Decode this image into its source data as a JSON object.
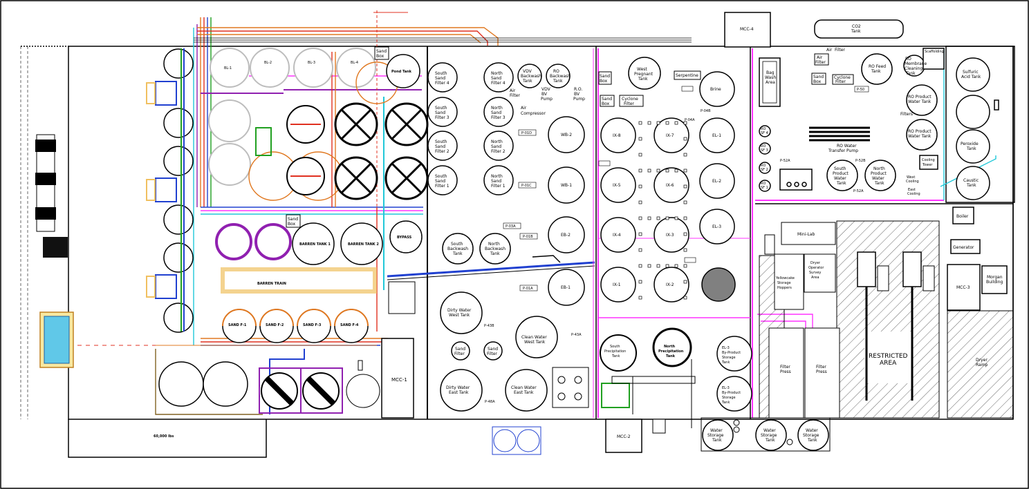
{
  "colors": {
    "wall": "#000000",
    "magenta": "#ff33ff",
    "orange": "#e07820",
    "red": "#e03020",
    "blue": "#2040d0",
    "green": "#20a020",
    "purple": "#9020b0",
    "cyan": "#20c8d8",
    "yellow": "#f0c060",
    "grey": "#bdbdbd"
  },
  "buildings": {
    "mcc4": "MCC-4",
    "co2": [
      "CO2",
      "Tank"
    ],
    "mcc1": "MCC-1",
    "mcc2": "MCC-2",
    "mcc3": "MCC-3",
    "boiler": "Boiler",
    "generator": "Generator",
    "morgan": [
      "Morgan",
      "Building"
    ],
    "mini_lab": "Mini-Lab",
    "restricted": [
      "RESTRICTED",
      "AREA"
    ],
    "dryer_ramp": [
      "Dryer",
      "Ramp"
    ],
    "yellowcake": [
      "Yellowcake",
      "Storage",
      "Hoppers"
    ],
    "dryer_operator": [
      "Dryer",
      "Operator",
      "Survey",
      "Area"
    ],
    "bag_wash": [
      "Bag",
      "Wash",
      "Area"
    ],
    "scaffolding": "Scaffolding",
    "weight": "60,000 lbs"
  },
  "sand_filters": {
    "south": [
      [
        "South",
        "Sand",
        "Filter 4"
      ],
      [
        "South",
        "Sand",
        "Filter 3"
      ],
      [
        "South",
        "Sand",
        "Filter 2"
      ],
      [
        "South",
        "Sand",
        "Filter 1"
      ]
    ],
    "north": [
      [
        "North",
        "Sand",
        "Filter 4"
      ],
      [
        "North",
        "Sand",
        "Filter 3"
      ],
      [
        "North",
        "Sand",
        "Filter 2"
      ],
      [
        "North",
        "Sand",
        "Filter 1"
      ]
    ]
  },
  "west_tanks": {
    "vdv_backwash": [
      "VDV",
      "Backwash",
      "Tank"
    ],
    "ro_backwash": [
      "RO",
      "Backwash",
      "Tank"
    ],
    "air_filter": [
      "Air",
      "Filter"
    ],
    "vdv_pump": [
      "VDV",
      "BV",
      "Pump"
    ],
    "ro_pump": [
      "R.O.",
      "BV",
      "Pump"
    ],
    "air_compressor": [
      "Air",
      "Compressor"
    ],
    "wb2": "WB-2",
    "wb1": "WB-1",
    "eb2": "EB-2",
    "eb1": "EB-1",
    "south_backwash": [
      "South",
      "Backwash",
      "Tank"
    ],
    "north_backwash": [
      "North",
      "Backwash",
      "Tank"
    ],
    "dirty_west": [
      "Dirty Water",
      "West Tank"
    ],
    "clean_west": [
      "Clean Water",
      "West Tank"
    ],
    "sand_filter_a": [
      "Sand",
      "Filter"
    ],
    "sand_filter_b": [
      "Sand",
      "Filter"
    ],
    "dirty_east": [
      "Dirty Water",
      "East Tank"
    ],
    "clean_east": [
      "Clean Water",
      "East Tank"
    ],
    "p01d": "P-01D",
    "p01c": "P-01C",
    "p03a": "P-03A",
    "p01b": "P-01B",
    "p01a": "P-01A",
    "p43b": "P-43B",
    "p43a": "P-43A",
    "p48a": "P-48A"
  },
  "ix_area": {
    "sand_box": [
      "Sand",
      "Box"
    ],
    "sand_box2": [
      "Sand",
      "Box"
    ],
    "cyclone_filter": [
      "Cyclone",
      "Filter"
    ],
    "west_pregnant": [
      "West",
      "Pregnant",
      "Tank"
    ],
    "serpentine": "Serpentine",
    "brine": "Brine",
    "ix8": "IX-8",
    "ix7": "IX-7",
    "ix5": "IX-5",
    "ix6": "IX-6",
    "ix4": "IX-4",
    "ix3": "IX-3",
    "ix1": "IX-1",
    "ix2": "IX-2",
    "el1": "EL-1",
    "el2": "EL-2",
    "el3": "EL-3",
    "p04b": "P-04B",
    "p04a": "P-04A",
    "south_precip": [
      "South",
      "Precipitation",
      "Tank"
    ],
    "north_precip": [
      "North",
      "Precipitation",
      "Tank"
    ],
    "el3_byproduct_a": [
      "EL-3",
      "By-Product",
      "Storage",
      "Tank"
    ],
    "el3_byproduct_b": [
      "EL-3",
      "By-Product",
      "Storage",
      "Tank"
    ],
    "water_storage": [
      [
        "Water",
        "Storage",
        "Tank"
      ],
      [
        "Water",
        "Storage",
        "Tank"
      ],
      [
        "Water",
        "Storage",
        "Tank"
      ]
    ]
  },
  "ro_area": {
    "air_filter": [
      "Air",
      "Filter"
    ],
    "sand_box": [
      "Sand",
      "Box"
    ],
    "cyclone_filter": [
      "Cyclone",
      "Filter"
    ],
    "p50": "P-50",
    "ro_feed": [
      "RO Feed",
      "Tank"
    ],
    "ro_membrane": [
      "RO",
      "Membrane",
      "Cleaning",
      "Tank"
    ],
    "ro_product_1": [
      "RO Product",
      "Water Tank"
    ],
    "ro_product_2": [
      "RO Product",
      "Water Tank"
    ],
    "filters": "Filters",
    "ro_sf": [
      [
        "RO",
        "SF 4"
      ],
      [
        "RO",
        "SF 3"
      ],
      [
        "RO",
        "SF 2"
      ],
      [
        "RO",
        "SF 1"
      ]
    ],
    "ro_water_transfer": [
      "RO Water",
      "Transfer Pump"
    ],
    "south_product": [
      "South",
      "Product",
      "Water",
      "Tank"
    ],
    "north_product": [
      "North",
      "Product",
      "Water",
      "Tank"
    ],
    "west_cooling": [
      "West",
      "Cooling"
    ],
    "east_cooling": [
      "East",
      "Cooling"
    ],
    "cooling_tower": [
      "Cooling",
      "Tower"
    ],
    "sulfuric": [
      "Sulfuric",
      "Acid Tank"
    ],
    "peroxide": [
      "Peroxide",
      "Tank"
    ],
    "caustic": [
      "Caustic",
      "Tank"
    ],
    "filter_press_1": [
      "Filter",
      "Press"
    ],
    "filter_press_2": [
      "Filter",
      "Press"
    ],
    "p52b": "P-52B",
    "p52a": "P-52A"
  },
  "pond_area": {
    "sand_box_top": [
      "Sand",
      "Box"
    ],
    "sand_box_mid": [
      "Sand",
      "Box"
    ],
    "barren_tank_1": "BARREN TANK 1",
    "barren_tank_2": "BARREN TANK 2",
    "barren_train": "BARREN TRAIN",
    "bypass": "BYPASS",
    "sand_filters": [
      "SAND F-1",
      "SAND F-2",
      "SAND F-3",
      "SAND F-4"
    ],
    "pond_tank": "Pond Tank",
    "bl_tanks": [
      "BL-1",
      "BL-2",
      "BL-3",
      "BL-4"
    ]
  }
}
